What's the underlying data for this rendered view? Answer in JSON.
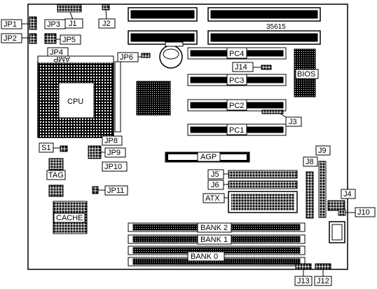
{
  "board_id": "35615",
  "labels": {
    "jp1": "JP1",
    "jp2": "JP2",
    "jp3": "JP3",
    "jp5": "JP5",
    "jp4": "JP4",
    "j1": "J1",
    "j2": "J2",
    "jp6": "JP6",
    "pc4": "PC4",
    "pc3": "PC3",
    "pc2": "PC2",
    "pc1": "PC1",
    "j14": "J14",
    "bios": "BIOS",
    "j3": "J3",
    "cpu": "CPU",
    "amp": "AMP",
    "s1": "S1",
    "jp8": "JP8",
    "jp9": "JP9",
    "jp10": "JP10",
    "tag": "TAG",
    "jp11": "JP11",
    "cache": "CACHE",
    "agp": "AGP",
    "j5": "J5",
    "j6": "J6",
    "atx": "ATX",
    "j8": "J8",
    "j9": "J9",
    "j4": "J4",
    "j10": "J10",
    "bank2": "BANK 2",
    "bank1": "BANK 1",
    "bank0": "BANK 0",
    "j13": "J13",
    "j12": "J12"
  }
}
